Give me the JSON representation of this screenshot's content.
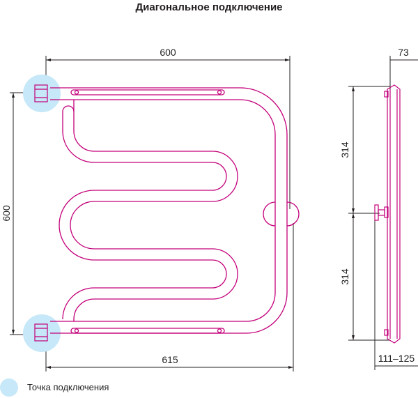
{
  "title": "Диагональное подключение",
  "dimensions": {
    "front_width_top": "600",
    "front_height": "600",
    "front_width_bottom": "615",
    "side_depth": "73",
    "side_upper": "314",
    "side_lower": "314",
    "side_bottom_range": "111–125"
  },
  "legend": {
    "label": "Точка подключения",
    "color": "#c6e8f8"
  },
  "colors": {
    "pipe": "#c3007a",
    "dimension_line": "#231f20",
    "connection_point": "#c6e8f8"
  }
}
